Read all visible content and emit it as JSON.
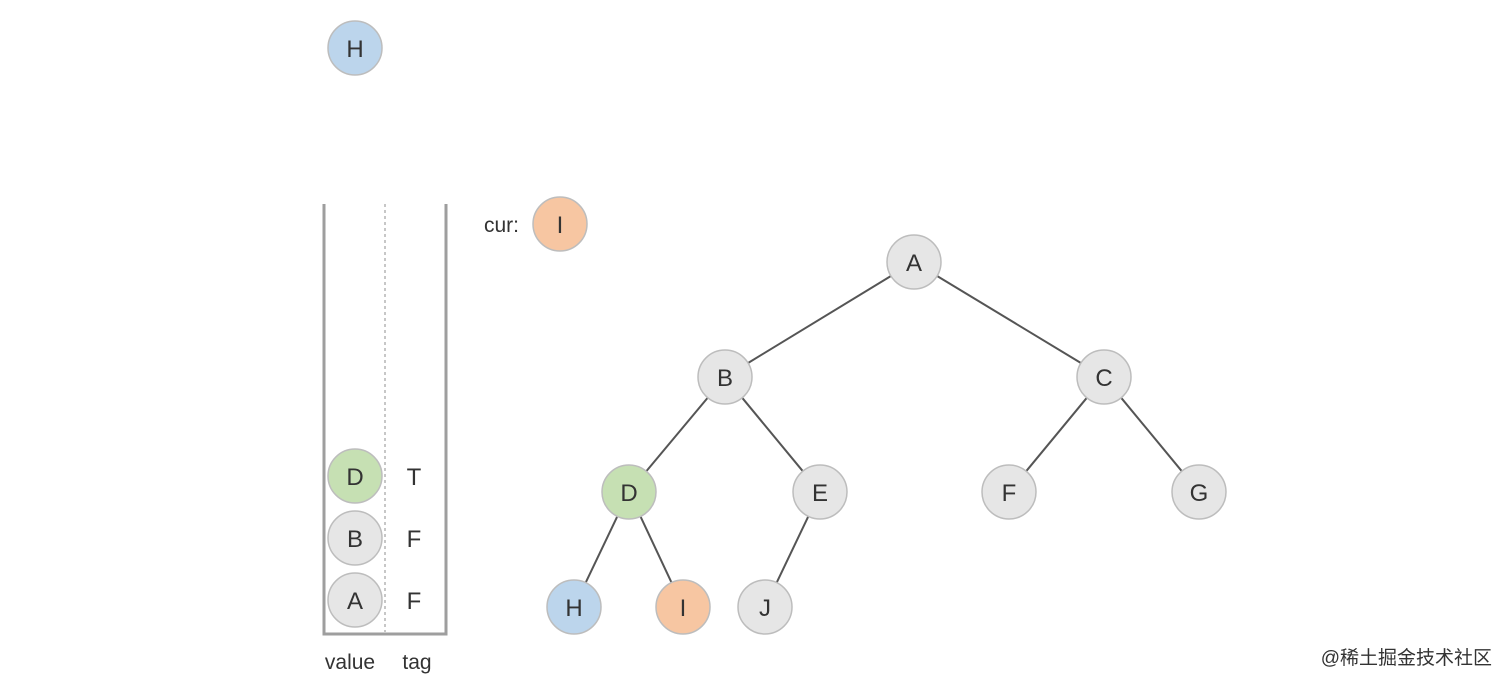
{
  "colors": {
    "gray": "#e6e6e6",
    "green": "#c6e0b3",
    "blue": "#bcd5ec",
    "orange": "#f7c6a2"
  },
  "floating_node": {
    "label": "H",
    "color": "blue"
  },
  "current": {
    "label_prefix": "cur:",
    "node": {
      "label": "I",
      "color": "orange"
    }
  },
  "stack": {
    "columns": {
      "value": "value",
      "tag": "tag"
    },
    "rows_top_to_bottom": [
      {
        "value": "D",
        "color": "green",
        "tag": "T"
      },
      {
        "value": "B",
        "color": "gray",
        "tag": "F"
      },
      {
        "value": "A",
        "color": "gray",
        "tag": "F"
      }
    ]
  },
  "tree": {
    "nodes": [
      {
        "id": "A",
        "label": "A",
        "color": "gray"
      },
      {
        "id": "B",
        "label": "B",
        "color": "gray"
      },
      {
        "id": "C",
        "label": "C",
        "color": "gray"
      },
      {
        "id": "D",
        "label": "D",
        "color": "green"
      },
      {
        "id": "E",
        "label": "E",
        "color": "gray"
      },
      {
        "id": "F",
        "label": "F",
        "color": "gray"
      },
      {
        "id": "G",
        "label": "G",
        "color": "gray"
      },
      {
        "id": "H",
        "label": "H",
        "color": "blue"
      },
      {
        "id": "I",
        "label": "I",
        "color": "orange"
      },
      {
        "id": "J",
        "label": "J",
        "color": "gray"
      }
    ],
    "edges": [
      [
        "A",
        "B"
      ],
      [
        "A",
        "C"
      ],
      [
        "B",
        "D"
      ],
      [
        "B",
        "E"
      ],
      [
        "C",
        "F"
      ],
      [
        "C",
        "G"
      ],
      [
        "D",
        "H"
      ],
      [
        "D",
        "I"
      ],
      [
        "E",
        "J"
      ]
    ]
  },
  "watermark": "@稀土掘金技术社区"
}
